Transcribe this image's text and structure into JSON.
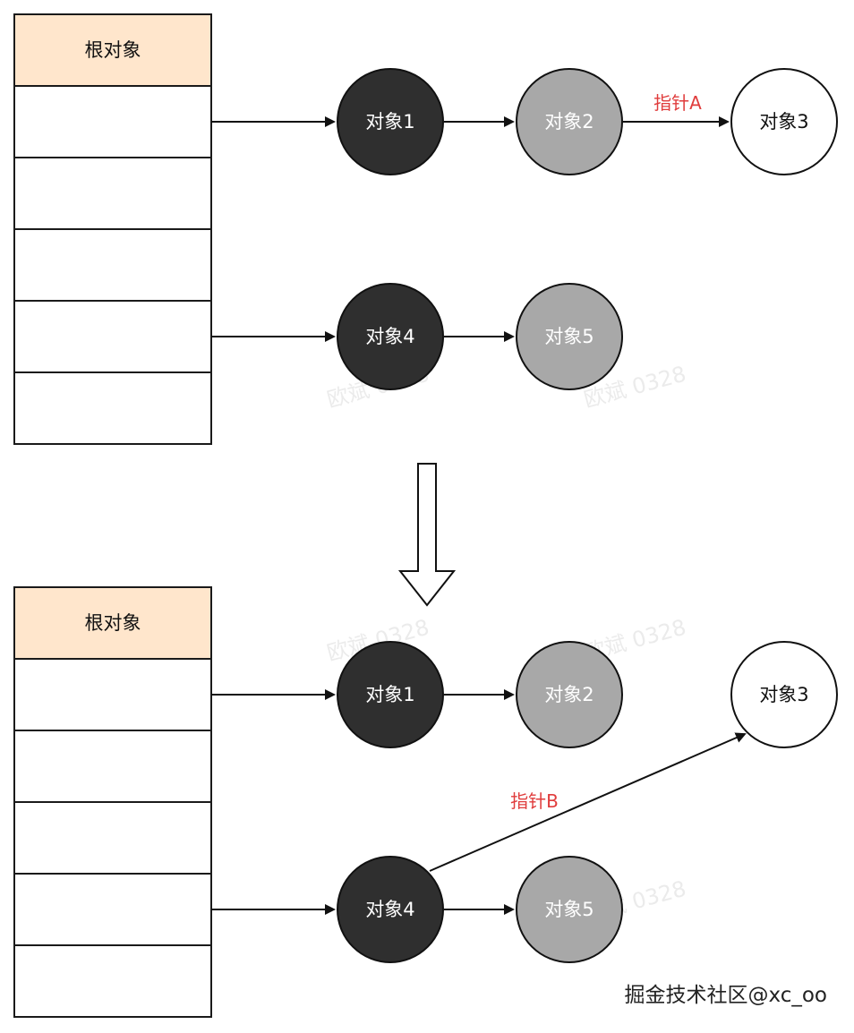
{
  "top": {
    "root_label": "根对象",
    "objects": {
      "o1": "对象1",
      "o2": "对象2",
      "o3": "对象3",
      "o4": "对象4",
      "o5": "对象5"
    },
    "pointer_label": "指针A"
  },
  "bottom": {
    "root_label": "根对象",
    "objects": {
      "o1": "对象1",
      "o2": "对象2",
      "o3": "对象3",
      "o4": "对象4",
      "o5": "对象5"
    },
    "pointer_label": "指针B"
  },
  "watermark": "欧斌 0328",
  "footer": "掘金技术社区@xc_oo",
  "colors": {
    "root_header": "#ffe6cc",
    "dark_node": "#2f2f2f",
    "gray_node": "#a8a8a8",
    "white_node": "#ffffff",
    "pointer_text": "#e03c3c"
  }
}
